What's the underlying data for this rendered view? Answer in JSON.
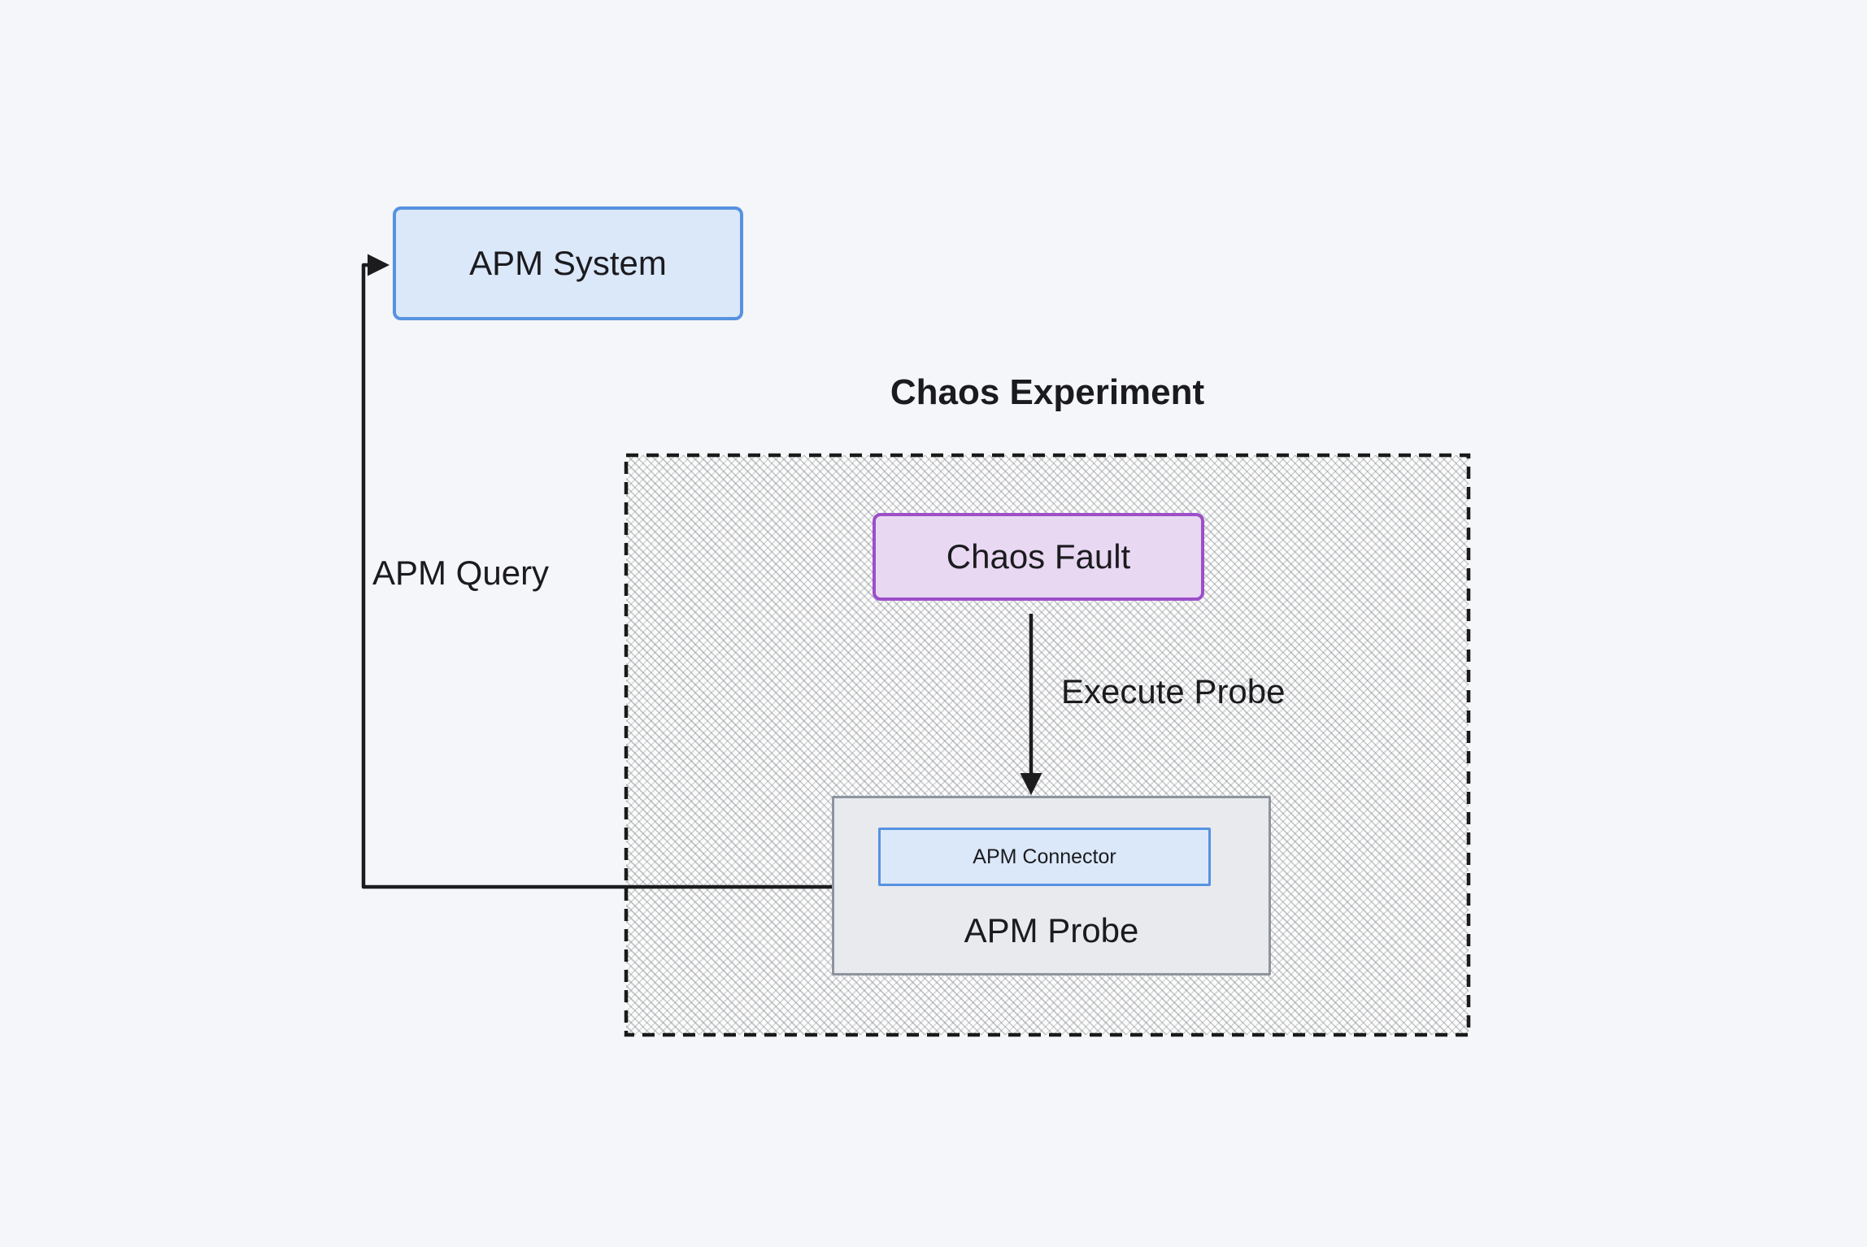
{
  "diagram": {
    "title": "Chaos Experiment",
    "nodes": {
      "apm_system": "APM System",
      "chaos_fault": "Chaos Fault",
      "apm_probe": "APM Probe",
      "apm_connector": "APM Connector"
    },
    "edge_labels": {
      "apm_query": "APM Query",
      "execute_probe": "Execute Probe"
    },
    "colors": {
      "background": "#f4f6f9",
      "blue_fill": "#dbe8fa",
      "blue_border": "#5792e0",
      "purple_fill": "#e9d8f2",
      "purple_border": "#9c4fc9",
      "gray_fill": "#e9eaee",
      "gray_border": "#8d949d",
      "line": "#1c1c1e",
      "text": "#1b1b1f"
    }
  }
}
